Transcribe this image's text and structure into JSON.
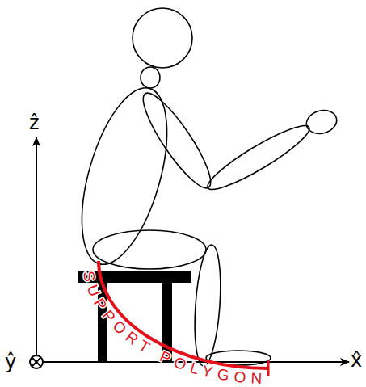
{
  "diagram": {
    "labels": [
      "ẑ",
      "x̂",
      "ŷ",
      "SUPPORT POLYGON"
    ]
  }
}
